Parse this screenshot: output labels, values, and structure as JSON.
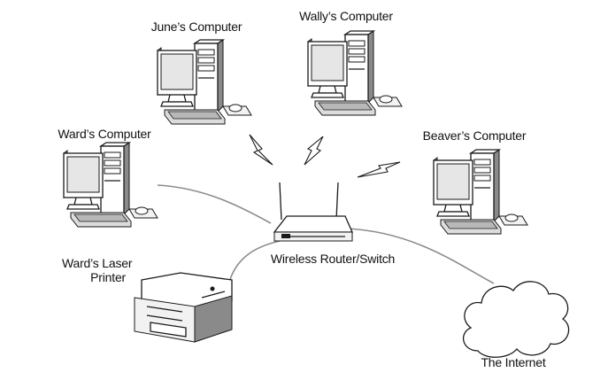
{
  "nodes": {
    "june": {
      "label": "June’s Computer"
    },
    "wally": {
      "label": "Wally’s Computer"
    },
    "ward": {
      "label": "Ward’s Computer"
    },
    "beaver": {
      "label": "Beaver’s Computer"
    },
    "printer": {
      "label_line1": "Ward’s Laser",
      "label_line2": "Printer"
    },
    "router": {
      "label": "Wireless Router/Switch"
    },
    "internet": {
      "label": "The Internet"
    }
  }
}
